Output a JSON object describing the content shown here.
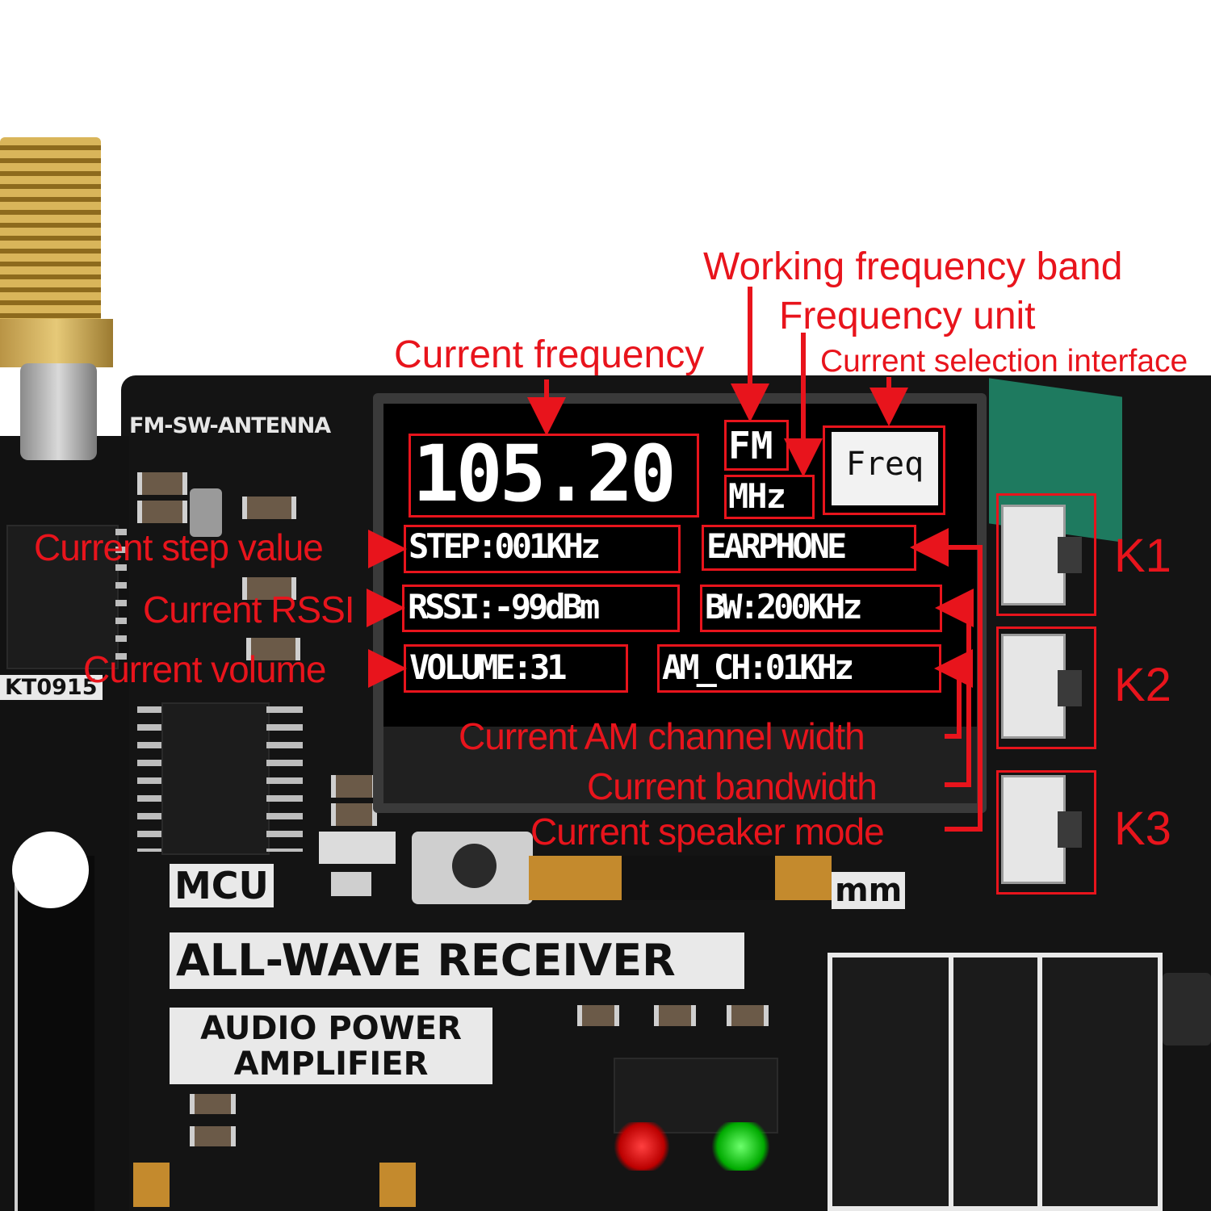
{
  "pcb": {
    "antenna_silk": "FM-SW-ANTENNA",
    "chip_silk": "KT0915",
    "mcu_silk": "MCU",
    "title_silk": "ALL-WAVE RECEIVER",
    "audio_silk_line1": "AUDIO POWER",
    "audio_silk_line2": "AMPLIFIER",
    "jack_silk": "mm"
  },
  "display": {
    "frequency": "105.20",
    "band": "FM",
    "unit": "MHz",
    "selection": "Freq",
    "step": "STEP:001KHz",
    "speaker_mode": "EARPHONE",
    "rssi": "RSSI:-99dBm",
    "bandwidth": "BW:200KHz",
    "volume": "VOLUME:31",
    "am_channel": "AM_CH:01KHz"
  },
  "annotations": {
    "working_band": "Working frequency band",
    "frequency_unit": "Frequency unit",
    "current_frequency": "Current frequency",
    "selection_interface": "Current selection interface",
    "step_value": "Current step value",
    "rssi": "Current RSSI",
    "volume": "Current volume",
    "am_channel_width": "Current AM channel width",
    "bandwidth": "Current bandwidth",
    "speaker_mode": "Current speaker mode"
  },
  "keys": {
    "k1": "K1",
    "k2": "K2",
    "k3": "K3"
  },
  "colors": {
    "annotation": "#e8141c",
    "oled_text": "#ffffff",
    "pcb": "#141414"
  }
}
